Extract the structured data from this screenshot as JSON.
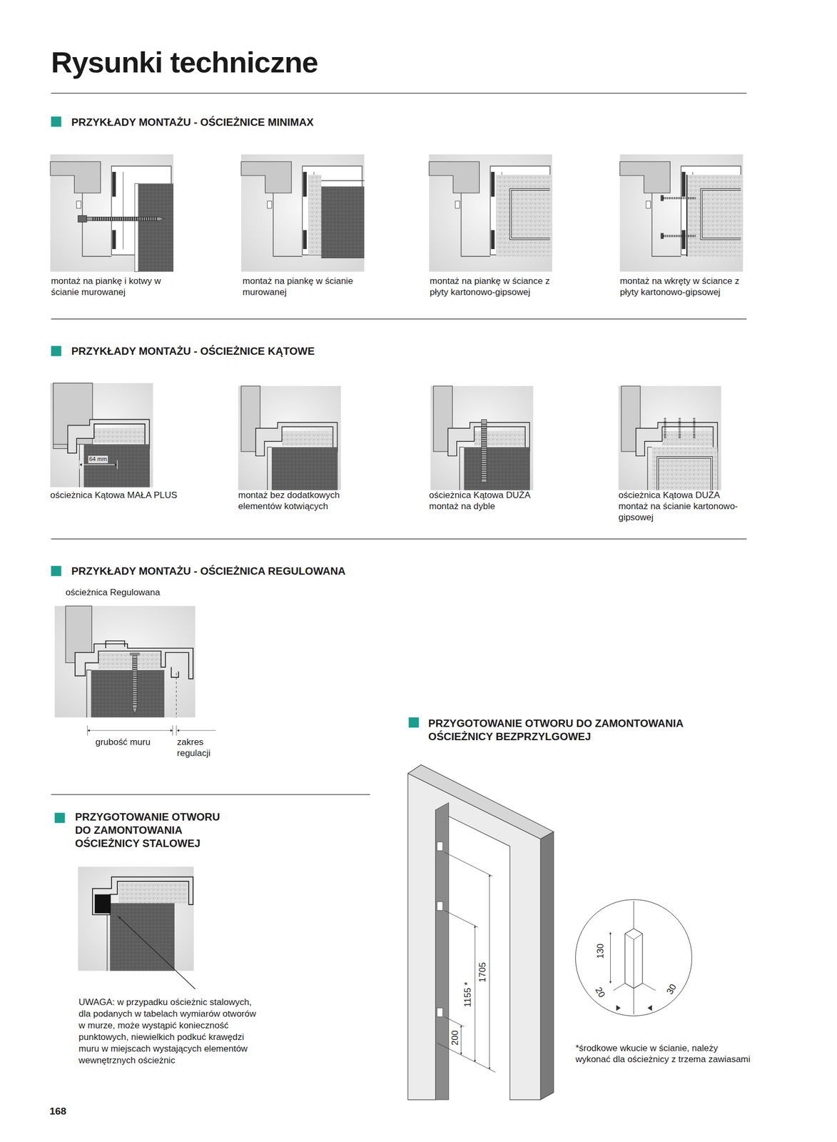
{
  "diagram": {
    "title": "Rysunki techniczne",
    "nodes": [
      {
        "text": [
          "130",
          "20",
          "30"
        ]
      }
    ],
    "labels": [
      "PRZYKŁADY MONTAŻU - OŚCIEŻNICE MINIMAX",
      "montaż na piankę i kotwy w ścianie murowanej",
      "montaż na piankę w ścianie murowanej",
      "montaż na piankę w ściance z płyty kartonowo-gipsowej",
      "montaż na wkręty w ściance z płyty kartonowo-gipsowej",
      "PRZYKŁADY MONTAŻU - OŚCIEŻNICE KĄTOWE",
      "64 mm",
      "ościeżnica Kątowa MAŁA PLUS",
      "montaż bez dodatkowych elementów kotwiących",
      "ościeżnica Kątowa DUŻA montaż na dyble",
      "ościeżnica Kątowa DUŻA montaż na ścianie kartonowo-gipsowej",
      "PRZYKŁADY MONTAŻU - OŚCIEŻNICA REGULOWANA",
      "ościeżnica Regulowana",
      "grubość muru",
      "zakres regulacji",
      "PRZYGOTOWANIE OTWORU DO ZAMONTOWANIA OŚCIEŻNICY BEZPRZYLGOWEJ",
      "PRZYGOTOWANIE OTWORU DO ZAMONTOWANIA OŚCIEŻNICY STALOWEJ",
      "UWAGA: w przypadku ościeżnic stalowych, dla podanych w tabelach wymiarów otworów w murze, może wystąpić konieczność punktowych, niewielkich podkuć krawędzi muru w miejscach wystających elementów wewnętrznych ościeżnic",
      "1705",
      "1155 *",
      "200",
      "*środkowe wkucie w ścianie, należy wykonać dla ościeżnicy z trzema zawiasami",
      "168"
    ]
  }
}
